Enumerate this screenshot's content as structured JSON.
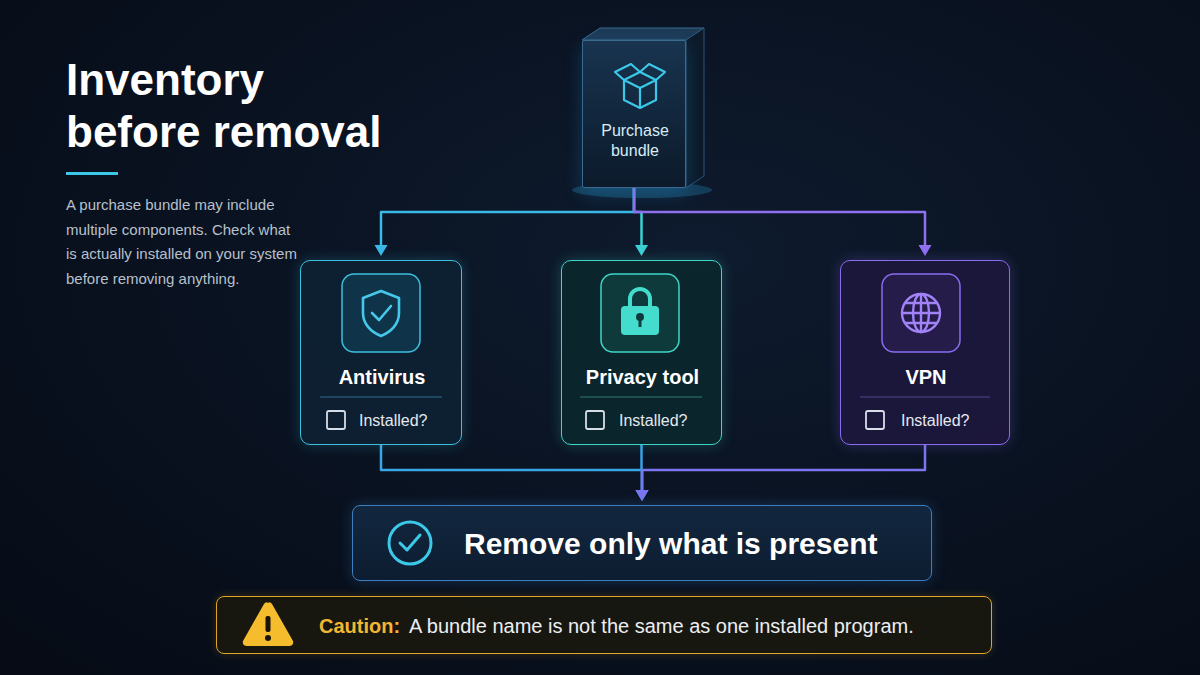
{
  "diagram": {
    "title": "Inventory before removal",
    "nodes": [
      {
        "text": [
          "Purchase bundle"
        ]
      },
      {
        "text": [
          "Antivirus",
          "Installed?"
        ]
      },
      {
        "text": [
          "Privacy tool",
          "Installed?"
        ]
      },
      {
        "text": [
          "VPN",
          "Installed?"
        ]
      },
      {
        "text": [
          "Remove only what is present"
        ]
      },
      {
        "text": [
          "Caution:",
          "A bundle name is not the same as one installed program."
        ]
      }
    ],
    "edges": [
      {
        "from": 0,
        "to": 1,
        "arrow": "to"
      },
      {
        "from": 0,
        "to": 2,
        "arrow": "to"
      },
      {
        "from": 0,
        "to": 3,
        "arrow": "to"
      },
      {
        "from": 1,
        "to": 4,
        "arrow": "to"
      },
      {
        "from": 2,
        "to": 4,
        "arrow": "to"
      },
      {
        "from": 3,
        "to": 4,
        "arrow": "to"
      }
    ],
    "labels": [
      "A purchase bundle may include multiple components. Check what is actually installed on your system before removing anything."
    ]
  }
}
